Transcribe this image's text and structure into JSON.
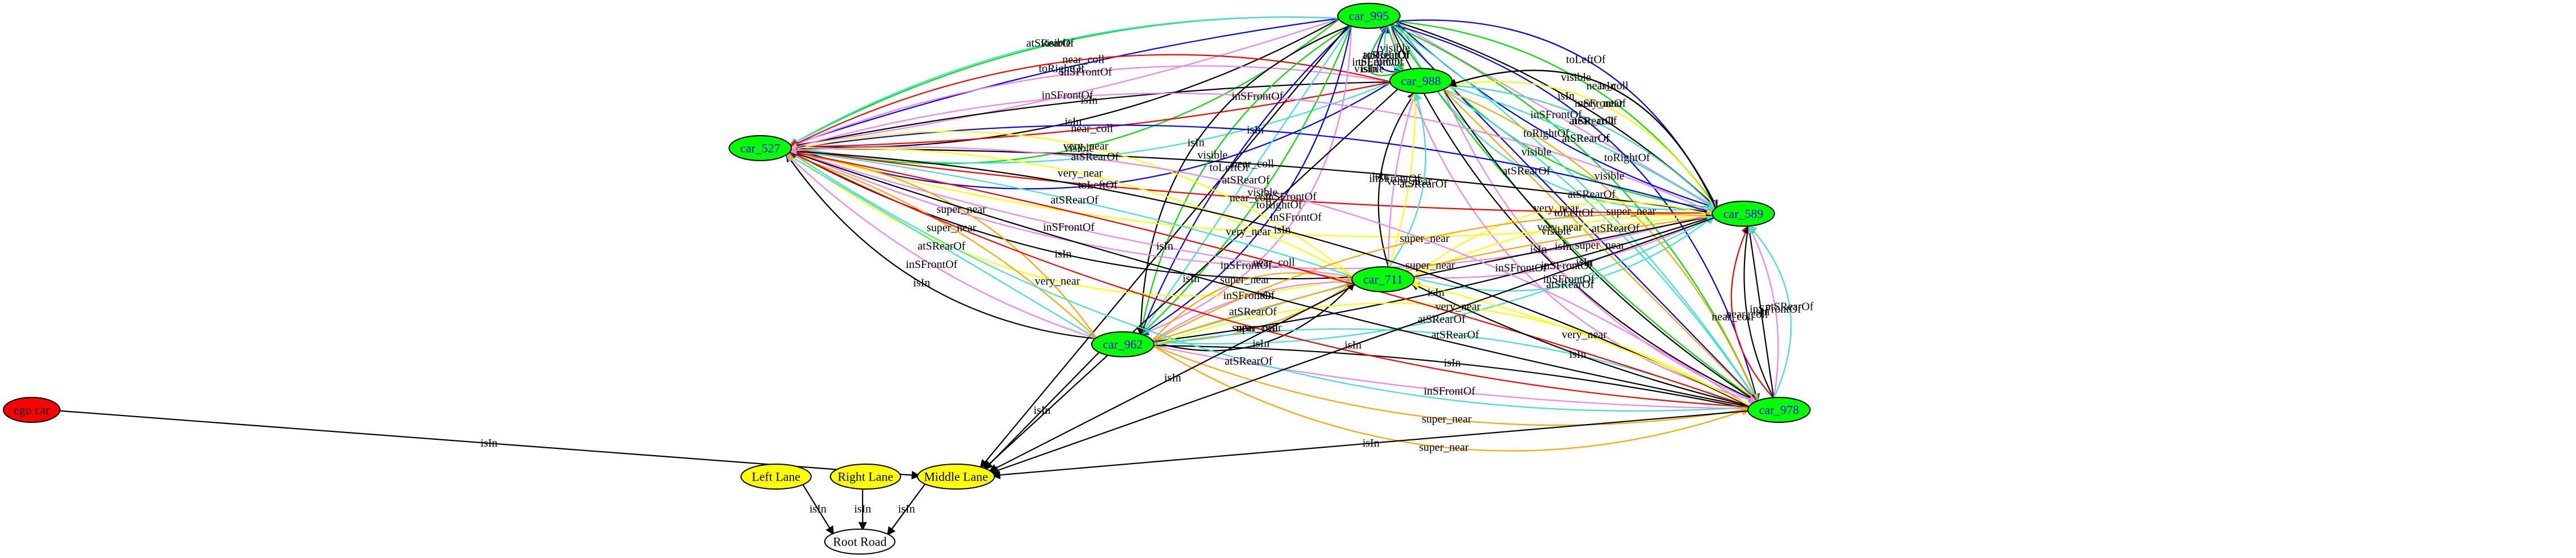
{
  "graph": {
    "colors": {
      "black": "#000000",
      "blue": "#0000ff",
      "green": "#00e000",
      "violet": "#ee82ee",
      "red": "#ff0000",
      "turquoise": "#40e0d0",
      "yellow": "#ffff00",
      "orange": "#ffa500",
      "node_car": "#00ff00",
      "node_lane": "#ffff00",
      "node_ego": "#ff0000",
      "node_root": "#ffffff",
      "text_car": "#0000ff",
      "text_default": "#000000"
    },
    "nodes": [
      {
        "id": "car_995",
        "label": "car_995",
        "kind": "car"
      },
      {
        "id": "car_988",
        "label": "car_988",
        "kind": "car"
      },
      {
        "id": "car_527",
        "label": "car_527",
        "kind": "car"
      },
      {
        "id": "car_589",
        "label": "car_589",
        "kind": "car"
      },
      {
        "id": "car_711",
        "label": "car_711",
        "kind": "car"
      },
      {
        "id": "car_962",
        "label": "car_962",
        "kind": "car"
      },
      {
        "id": "car_978",
        "label": "car_978",
        "kind": "car"
      },
      {
        "id": "ego_car",
        "label": "ego car",
        "kind": "ego"
      },
      {
        "id": "left_lane",
        "label": "Left Lane",
        "kind": "lane"
      },
      {
        "id": "right_lane",
        "label": "Right Lane",
        "kind": "lane"
      },
      {
        "id": "middle_lane",
        "label": "Middle Lane",
        "kind": "lane"
      },
      {
        "id": "root_road",
        "label": "Root Road",
        "kind": "root"
      }
    ],
    "edges": [
      {
        "from": "car_988",
        "to": "car_995",
        "label": "isIn",
        "color": "blue"
      },
      {
        "from": "car_988",
        "to": "car_995",
        "label": "inSFrontOf",
        "color": "violet"
      },
      {
        "from": "car_988",
        "to": "car_995",
        "label": "toRightOf",
        "color": "blue"
      },
      {
        "from": "car_995",
        "to": "car_988",
        "label": "visible",
        "color": "green"
      },
      {
        "from": "car_995",
        "to": "car_988",
        "label": "atSRearOf",
        "color": "turquoise"
      },
      {
        "from": "car_995",
        "to": "car_988",
        "label": "toLeftOf",
        "color": "blue"
      },
      {
        "from": "car_995",
        "to": "car_988",
        "label": "visible",
        "color": "green"
      },
      {
        "from": "car_995",
        "to": "car_527",
        "label": "visible",
        "color": "green"
      },
      {
        "from": "car_995",
        "to": "car_527",
        "label": "isIn",
        "color": "black"
      },
      {
        "from": "car_995",
        "to": "car_527",
        "label": "inSFrontOf",
        "color": "violet"
      },
      {
        "from": "car_995",
        "to": "car_527",
        "label": "toRightOf",
        "color": "blue"
      },
      {
        "from": "car_995",
        "to": "car_527",
        "label": "visible",
        "color": "green"
      },
      {
        "from": "car_995",
        "to": "car_527",
        "label": "atSRearOf",
        "color": "turquoise"
      },
      {
        "from": "car_988",
        "to": "car_527",
        "label": "toLeftOf",
        "color": "blue"
      },
      {
        "from": "car_988",
        "to": "car_527",
        "label": "atSRearOf",
        "color": "turquoise"
      },
      {
        "from": "car_988",
        "to": "car_527",
        "label": "near_coll",
        "color": "red"
      },
      {
        "from": "car_988",
        "to": "car_527",
        "label": "isIn",
        "color": "black"
      },
      {
        "from": "car_988",
        "to": "car_527",
        "label": "inSFrontOf",
        "color": "violet"
      },
      {
        "from": "car_988",
        "to": "car_527",
        "label": "near_coll",
        "color": "red"
      },
      {
        "from": "car_995",
        "to": "car_962",
        "label": "inSFrontOf",
        "color": "violet"
      },
      {
        "from": "car_995",
        "to": "car_962",
        "label": "toRightOf",
        "color": "blue"
      },
      {
        "from": "car_995",
        "to": "car_962",
        "label": "visible",
        "color": "green"
      },
      {
        "from": "car_995",
        "to": "car_962",
        "label": "atSRearOf",
        "color": "turquoise"
      },
      {
        "from": "car_995",
        "to": "car_962",
        "label": "toLeftOf",
        "color": "blue"
      },
      {
        "from": "car_995",
        "to": "car_962",
        "label": "visible",
        "color": "green"
      },
      {
        "from": "car_995",
        "to": "car_962",
        "label": "isIn",
        "color": "black"
      },
      {
        "from": "car_995",
        "to": "middle_lane",
        "label": "isIn",
        "color": "black"
      },
      {
        "from": "car_995",
        "to": "car_589",
        "label": "toLeftOf",
        "color": "blue"
      },
      {
        "from": "car_995",
        "to": "car_589",
        "label": "visible",
        "color": "green"
      },
      {
        "from": "car_995",
        "to": "car_589",
        "label": "isIn",
        "color": "black"
      },
      {
        "from": "car_995",
        "to": "car_589",
        "label": "inSFrontOf",
        "color": "violet"
      },
      {
        "from": "car_995",
        "to": "car_589",
        "label": "toRightOf",
        "color": "blue"
      },
      {
        "from": "car_995",
        "to": "car_589",
        "label": "visible",
        "color": "green"
      },
      {
        "from": "car_995",
        "to": "car_589",
        "label": "atSRearOf",
        "color": "turquoise"
      },
      {
        "from": "car_995",
        "to": "car_978",
        "label": "toRightOf",
        "color": "blue"
      },
      {
        "from": "car_995",
        "to": "car_978",
        "label": "visible",
        "color": "green"
      },
      {
        "from": "car_995",
        "to": "car_978",
        "label": "atSRearOf",
        "color": "turquoise"
      },
      {
        "from": "car_995",
        "to": "car_978",
        "label": "toLeftOf",
        "color": "blue"
      },
      {
        "from": "car_995",
        "to": "car_978",
        "label": "visible",
        "color": "green"
      },
      {
        "from": "car_995",
        "to": "car_978",
        "label": "isIn",
        "color": "black"
      },
      {
        "from": "car_995",
        "to": "car_978",
        "label": "inSFrontOf",
        "color": "violet"
      },
      {
        "from": "car_988",
        "to": "car_589",
        "label": "near_coll",
        "color": "black"
      },
      {
        "from": "car_988",
        "to": "car_589",
        "label": "inSFrontOf",
        "color": "violet"
      },
      {
        "from": "car_988",
        "to": "car_589",
        "label": "near_coll",
        "color": "red"
      },
      {
        "from": "car_988",
        "to": "car_589",
        "label": "atSRearOf",
        "color": "turquoise"
      },
      {
        "from": "car_988",
        "to": "car_978",
        "label": "super_near",
        "color": "orange"
      },
      {
        "from": "car_988",
        "to": "car_978",
        "label": "atSRearOf",
        "color": "turquoise"
      },
      {
        "from": "car_988",
        "to": "car_978",
        "label": "super_near",
        "color": "orange"
      },
      {
        "from": "car_988",
        "to": "car_978",
        "label": "isIn",
        "color": "black"
      },
      {
        "from": "car_988",
        "to": "car_978",
        "label": "inSFrontOf",
        "color": "violet"
      },
      {
        "from": "car_988",
        "to": "middle_lane",
        "label": "isIn",
        "color": "black"
      },
      {
        "from": "car_589",
        "to": "car_527",
        "label": "inSFrontOf",
        "color": "violet"
      },
      {
        "from": "car_589",
        "to": "car_527",
        "label": "very_near",
        "color": "yellow"
      },
      {
        "from": "car_589",
        "to": "car_527",
        "label": "near_coll",
        "color": "red"
      },
      {
        "from": "car_589",
        "to": "car_527",
        "label": "near_coll",
        "color": "black"
      },
      {
        "from": "car_589",
        "to": "car_527",
        "label": "isIn",
        "color": "blue"
      },
      {
        "from": "car_589",
        "to": "car_527",
        "label": "inSFrontOf",
        "color": "violet"
      },
      {
        "from": "car_589",
        "to": "car_988",
        "label": "atSRearOf",
        "color": "turquoise"
      },
      {
        "from": "car_589",
        "to": "car_988",
        "label": "atSRearOf",
        "color": "turquoise"
      },
      {
        "from": "car_589",
        "to": "car_988",
        "label": "very_near",
        "color": "yellow"
      },
      {
        "from": "car_589",
        "to": "car_988",
        "label": "isIn",
        "color": "black"
      },
      {
        "from": "car_711",
        "to": "car_527",
        "label": "very_near",
        "color": "yellow"
      },
      {
        "from": "car_711",
        "to": "car_527",
        "label": "isIn",
        "color": "black"
      },
      {
        "from": "car_711",
        "to": "car_527",
        "label": "inSFrontOf",
        "color": "violet"
      },
      {
        "from": "car_711",
        "to": "car_527",
        "label": "atSRearOf",
        "color": "turquoise"
      },
      {
        "from": "car_711",
        "to": "car_527",
        "label": "very_near",
        "color": "yellow"
      },
      {
        "from": "car_711",
        "to": "car_527",
        "label": "very_near",
        "color": "yellow"
      },
      {
        "from": "car_711",
        "to": "car_988",
        "label": "isIn",
        "color": "black"
      },
      {
        "from": "car_711",
        "to": "car_988",
        "label": "inSFrontOf",
        "color": "violet"
      },
      {
        "from": "car_711",
        "to": "car_988",
        "label": "very_near",
        "color": "yellow"
      },
      {
        "from": "car_711",
        "to": "car_988",
        "label": "atSRearOf",
        "color": "turquoise"
      },
      {
        "from": "car_711",
        "to": "car_589",
        "label": "very_near",
        "color": "yellow"
      },
      {
        "from": "car_711",
        "to": "car_589",
        "label": "very_near",
        "color": "yellow"
      },
      {
        "from": "car_711",
        "to": "car_589",
        "label": "isIn",
        "color": "black"
      },
      {
        "from": "car_711",
        "to": "car_589",
        "label": "inSFrontOf",
        "color": "violet"
      },
      {
        "from": "car_711",
        "to": "car_589",
        "label": "atSRearOf",
        "color": "turquoise"
      },
      {
        "from": "car_962",
        "to": "car_527",
        "label": "isIn",
        "color": "black"
      },
      {
        "from": "car_962",
        "to": "car_527",
        "label": "inSFrontOf",
        "color": "violet"
      },
      {
        "from": "car_962",
        "to": "car_527",
        "label": "atSRearOf",
        "color": "turquoise"
      },
      {
        "from": "car_962",
        "to": "car_527",
        "label": "super_near",
        "color": "orange"
      },
      {
        "from": "car_962",
        "to": "car_527",
        "label": "super_near",
        "color": "orange"
      },
      {
        "from": "car_962",
        "to": "car_711",
        "label": "super_near",
        "color": "orange"
      },
      {
        "from": "car_962",
        "to": "car_711",
        "label": "inSFrontOf",
        "color": "violet"
      },
      {
        "from": "car_962",
        "to": "car_711",
        "label": "atSRearOf",
        "color": "turquoise"
      },
      {
        "from": "car_962",
        "to": "car_711",
        "label": "super_near",
        "color": "orange"
      },
      {
        "from": "car_962",
        "to": "car_711",
        "label": "isIn",
        "color": "black"
      },
      {
        "from": "car_962",
        "to": "car_589",
        "label": "super_near",
        "color": "orange"
      },
      {
        "from": "car_962",
        "to": "car_589",
        "label": "super_near",
        "color": "orange"
      },
      {
        "from": "car_962",
        "to": "car_589",
        "label": "isIn",
        "color": "black"
      },
      {
        "from": "car_962",
        "to": "car_589",
        "label": "atSRearOf",
        "color": "turquoise"
      },
      {
        "from": "car_962",
        "to": "car_978",
        "label": "very_near",
        "color": "yellow"
      },
      {
        "from": "car_962",
        "to": "car_978",
        "label": "atSRearOf",
        "color": "turquoise"
      },
      {
        "from": "car_962",
        "to": "car_978",
        "label": "isIn",
        "color": "black"
      },
      {
        "from": "car_962",
        "to": "car_978",
        "label": "inSFrontOf",
        "color": "violet"
      },
      {
        "from": "car_962",
        "to": "car_978",
        "label": "super_near",
        "color": "orange"
      },
      {
        "from": "car_962",
        "to": "car_978",
        "label": "super_near",
        "color": "orange"
      },
      {
        "from": "car_962",
        "to": "middle_lane",
        "label": "isIn",
        "color": "black"
      },
      {
        "from": "car_978",
        "to": "car_527",
        "label": "atSRearOf",
        "color": "turquoise"
      },
      {
        "from": "car_978",
        "to": "car_527",
        "label": "near_coll",
        "color": "red"
      },
      {
        "from": "car_978",
        "to": "car_527",
        "label": "isIn",
        "color": "black"
      },
      {
        "from": "car_978",
        "to": "car_527",
        "label": "near_coll",
        "color": "red"
      },
      {
        "from": "car_978",
        "to": "car_527",
        "label": "isIn",
        "color": "black"
      },
      {
        "from": "car_978",
        "to": "car_527",
        "label": "inSFrontOf",
        "color": "violet"
      },
      {
        "from": "car_978",
        "to": "car_711",
        "label": "isIn",
        "color": "black"
      },
      {
        "from": "car_978",
        "to": "car_711",
        "label": "very_near",
        "color": "yellow"
      },
      {
        "from": "car_978",
        "to": "car_589",
        "label": "near_coll",
        "color": "red"
      },
      {
        "from": "car_978",
        "to": "car_589",
        "label": "near_coll",
        "color": "black"
      },
      {
        "from": "car_978",
        "to": "car_589",
        "label": "isIn",
        "color": "black"
      },
      {
        "from": "car_978",
        "to": "car_589",
        "label": "inSFrontOf",
        "color": "violet"
      },
      {
        "from": "car_978",
        "to": "car_589",
        "label": "atSRearOf",
        "color": "turquoise"
      },
      {
        "from": "car_978",
        "to": "middle_lane",
        "label": "isIn",
        "color": "black"
      },
      {
        "from": "car_711",
        "to": "middle_lane",
        "label": "isIn",
        "color": "black"
      },
      {
        "from": "car_589",
        "to": "middle_lane",
        "label": "isIn",
        "color": "black"
      },
      {
        "from": "ego_car",
        "to": "middle_lane",
        "label": "isIn",
        "color": "black"
      },
      {
        "from": "left_lane",
        "to": "root_road",
        "label": "isIn",
        "color": "black"
      },
      {
        "from": "right_lane",
        "to": "root_road",
        "label": "isIn",
        "color": "black"
      },
      {
        "from": "middle_lane",
        "to": "root_road",
        "label": "isIn",
        "color": "black"
      }
    ]
  }
}
